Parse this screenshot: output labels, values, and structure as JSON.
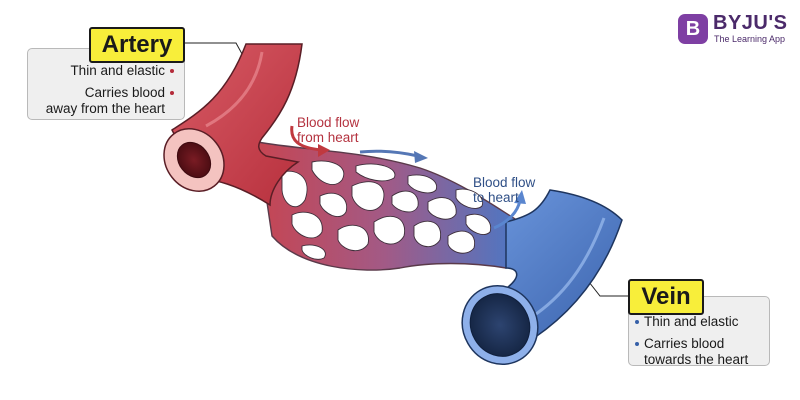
{
  "artery": {
    "title": "Artery",
    "lines": [
      "Thin and elastic",
      "Carries blood",
      "away from the heart"
    ]
  },
  "vein": {
    "title": "Vein",
    "lines": [
      "Thin and elastic",
      "Carries blood",
      "towards the heart"
    ]
  },
  "flow": {
    "from_heart": [
      "Blood flow",
      "from heart"
    ],
    "to_heart": [
      "Blood flow",
      "to heart"
    ]
  },
  "logo": {
    "mark": "B",
    "name": "BYJU'S",
    "tagline": "The Learning App"
  },
  "colors": {
    "artery": "#c8444f",
    "vein": "#4a78c6",
    "tag": "#f8ee3a",
    "brand": "#7e3fa3"
  }
}
